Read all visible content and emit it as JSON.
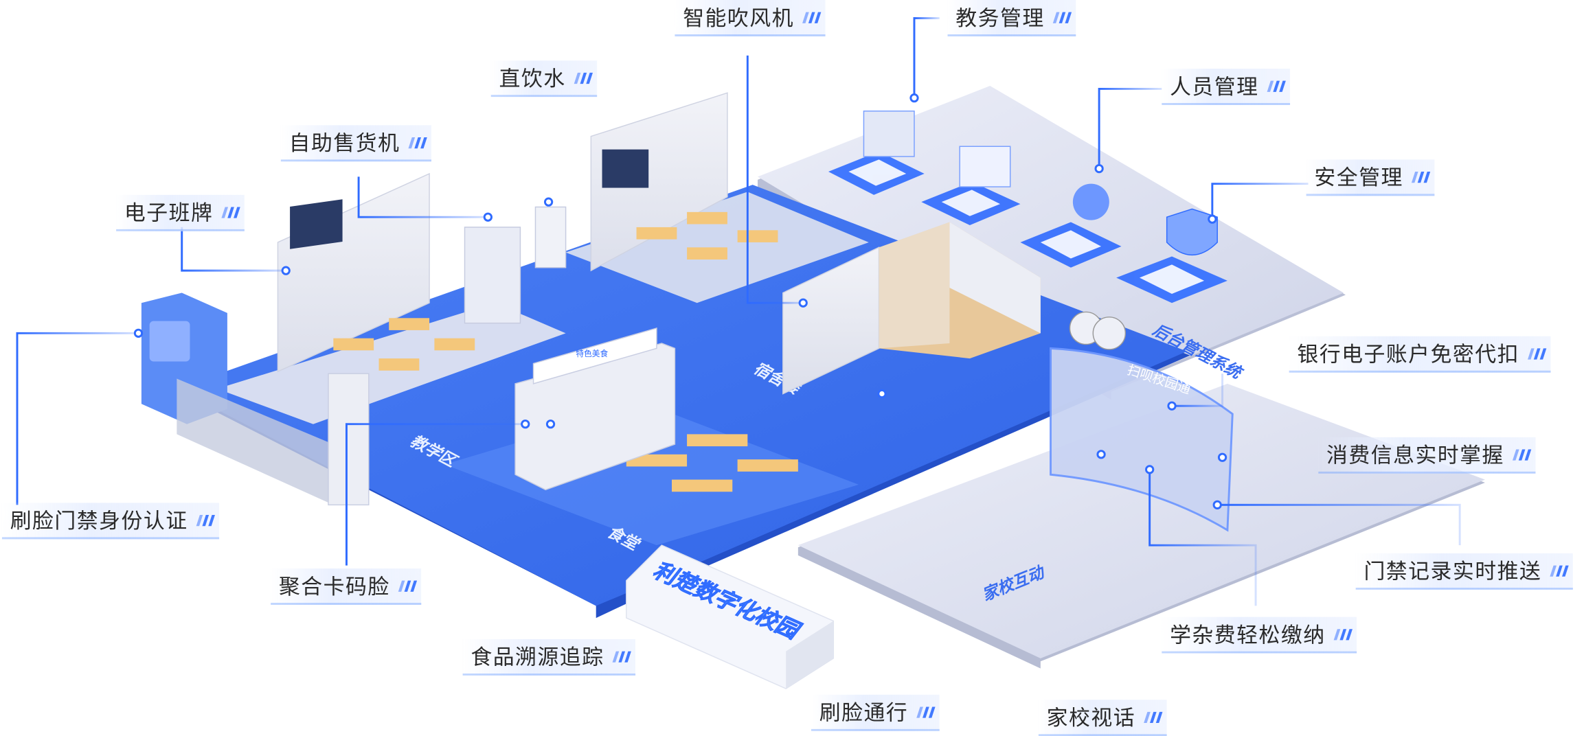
{
  "title": "利楚数字化校园",
  "zones": {
    "teaching": "教学区",
    "canteen": "食堂",
    "dorm": "宿舍楼",
    "backend": "后台管理系统",
    "home_school": "家校互动",
    "saobei": "扫呗校园通",
    "food": "特色美食"
  },
  "callouts": [
    {
      "id": "hair-dryer",
      "text": "智能吹风机"
    },
    {
      "id": "academic",
      "text": "教务管理"
    },
    {
      "id": "water",
      "text": "直饮水"
    },
    {
      "id": "personnel",
      "text": "人员管理"
    },
    {
      "id": "vending",
      "text": "自助售货机"
    },
    {
      "id": "security",
      "text": "安全管理"
    },
    {
      "id": "class-board",
      "text": "电子班牌"
    },
    {
      "id": "bank",
      "text": "银行电子账户免密代扣"
    },
    {
      "id": "face-access",
      "text": "刷脸门禁身份认证"
    },
    {
      "id": "consumption",
      "text": "消费信息实时掌握"
    },
    {
      "id": "card-code-face",
      "text": "聚合卡码脸"
    },
    {
      "id": "access-push",
      "text": "门禁记录实时推送"
    },
    {
      "id": "food-trace",
      "text": "食品溯源追踪"
    },
    {
      "id": "tuition",
      "text": "学杂费轻松缴纳"
    },
    {
      "id": "face-pass",
      "text": "刷脸通行"
    },
    {
      "id": "video-call",
      "text": "家校视话"
    }
  ],
  "colors": {
    "accent": "#2f6bff",
    "floor": "#3d72ee",
    "platform": "#d7dbec",
    "text": "#2a2a2a"
  }
}
